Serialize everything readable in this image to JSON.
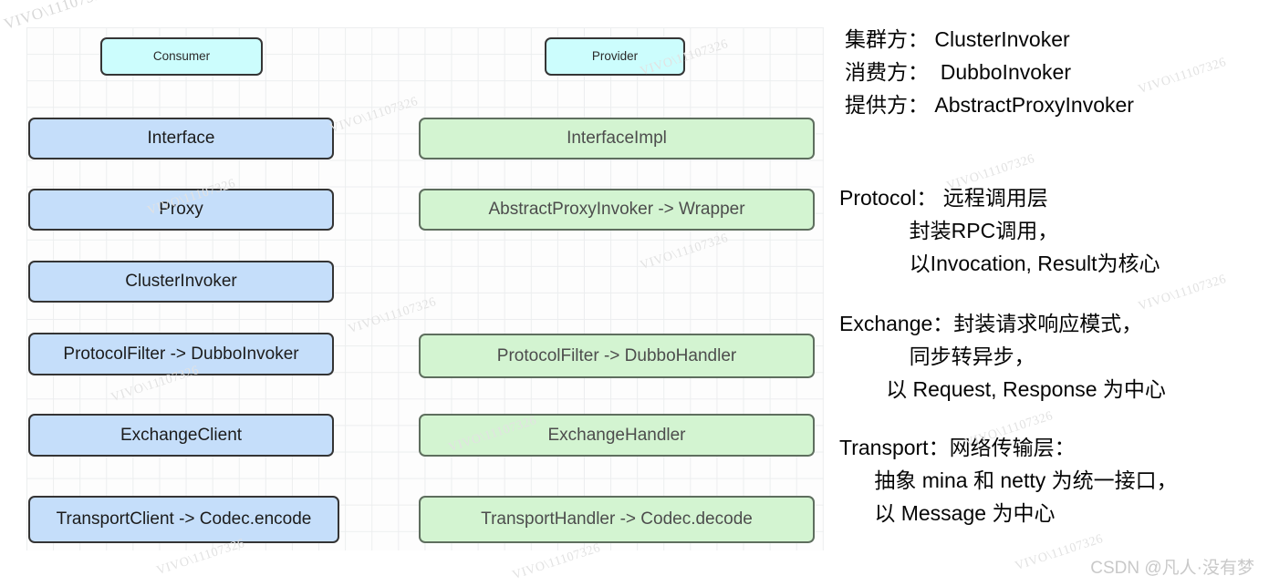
{
  "diagram": {
    "consumer_column": [
      {
        "label": "Consumer",
        "style": "cyan",
        "kind": "endpoint"
      },
      {
        "label": "Interface",
        "style": "blue",
        "kind": "layer"
      },
      {
        "label": "Proxy",
        "style": "blue",
        "kind": "layer"
      },
      {
        "label": "ClusterInvoker",
        "style": "blue",
        "kind": "layer"
      },
      {
        "label": "ProtocolFilter -> DubboInvoker",
        "style": "blue",
        "kind": "layer"
      },
      {
        "label": "ExchangeClient",
        "style": "blue",
        "kind": "layer"
      },
      {
        "label": "TransportClient -> Codec.encode",
        "style": "blue",
        "kind": "layer"
      }
    ],
    "provider_column": [
      {
        "label": "Provider",
        "style": "cyan",
        "kind": "endpoint"
      },
      {
        "label": "InterfaceImpl",
        "style": "green",
        "kind": "layer"
      },
      {
        "label": "AbstractProxyInvoker -> Wrapper",
        "style": "green",
        "kind": "layer"
      },
      {
        "label": "ProtocolFilter -> DubboHandler",
        "style": "green",
        "kind": "layer"
      },
      {
        "label": "ExchangeHandler",
        "style": "green",
        "kind": "layer"
      },
      {
        "label": "TransportHandler -> Codec.decode",
        "style": "green",
        "kind": "layer"
      }
    ],
    "colors": {
      "endpoint_fill": "#ccfdfd",
      "consumer_fill": "#c5defa",
      "provider_fill": "#d3f4d1",
      "border": "#3b3b3b",
      "grid_line": "#eceeef",
      "canvas": "#fdfdfd"
    }
  },
  "legend": {
    "roles": [
      "集群方： ClusterInvoker",
      "消费方：  DubboInvoker",
      "提供方： AbstractProxyInvoker"
    ],
    "protocol": [
      "Protocol： 远程调用层",
      "            封装RPC调用，",
      "            以Invocation, Result为核心"
    ],
    "exchange": [
      "Exchange：封装请求响应模式，",
      "            同步转异步，",
      "        以 Request, Response 为中心"
    ],
    "transport": [
      "Transport：网络传输层：",
      "      抽象 mina 和 netty 为统一接口，",
      "      以 Message 为中心"
    ]
  },
  "watermarks": {
    "tiled_text": "VIVO\\11107326",
    "credit": "CSDN @凡人·没有梦"
  }
}
